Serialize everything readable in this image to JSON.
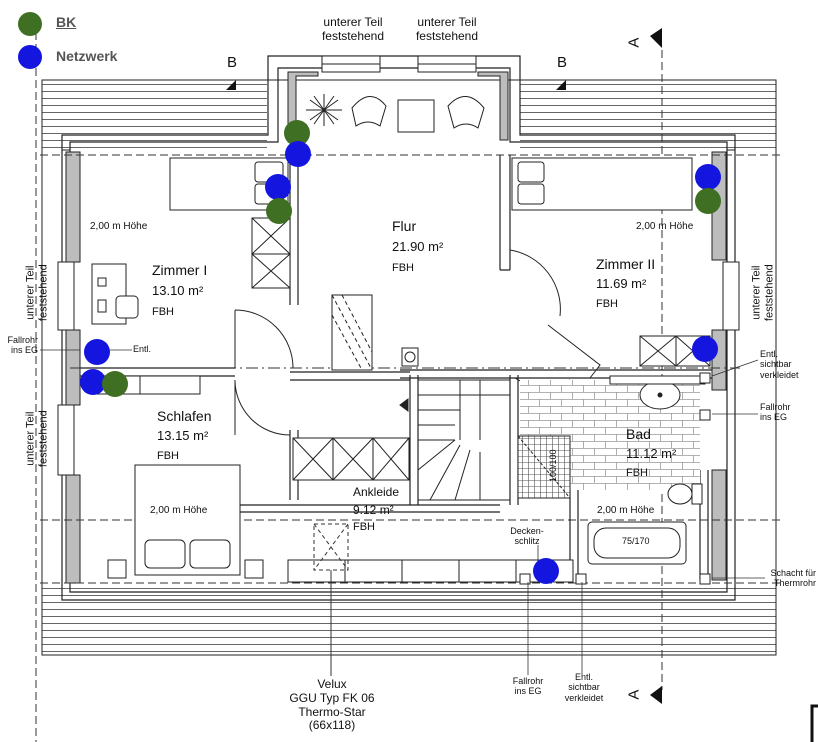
{
  "legend": {
    "bk": {
      "label": "BK",
      "color": "#3f6f22"
    },
    "netzwerk": {
      "label": "Netzwerk",
      "color": "#1515e0"
    }
  },
  "section_marks": {
    "a": "A",
    "b": "B"
  },
  "top_windows": {
    "left": "unterer Teil\nfeststehend",
    "right": "unterer Teil\nfeststehend"
  },
  "side_windows": {
    "left_upper": "unterer Teil\nfeststehend",
    "left_lower": "unterer Teil\nfeststehend",
    "right": "unterer Teil\nfeststehend"
  },
  "rooms": {
    "flur": {
      "name": "Flur",
      "area": "21.90 m²",
      "heating": "FBH"
    },
    "zimmer1": {
      "name": "Zimmer I",
      "area": "13.10 m²",
      "heating": "FBH"
    },
    "zimmer2": {
      "name": "Zimmer II",
      "area": "11.69 m²",
      "heating": "FBH"
    },
    "schlafen": {
      "name": "Schlafen",
      "area": "13.15 m²",
      "heating": "FBH"
    },
    "ankleide": {
      "name": "Ankleide",
      "area": "9.12 m²",
      "heating": "FBH"
    },
    "bad": {
      "name": "Bad",
      "area": "11.12 m²",
      "heating": "FBH"
    }
  },
  "heights": {
    "zimmer1": "2,00 m Höhe",
    "zimmer2": "2,00 m Höhe",
    "schlafen": "2,00 m Höhe",
    "bad": "2,00 m Höhe"
  },
  "notes": {
    "fallrohr_left": "Fallrohr\nins EG",
    "entl_left": "Entl.",
    "entl_right": "Entl.\nsichtbar\nverkleidet",
    "fallrohr_right": "Fallrohr\nins EG",
    "schacht": "Schacht für\nThermrohr",
    "decken": "Decken-\nschlitz",
    "shower": "100/100",
    "tub": "75/170",
    "fallrohr_bottom": "Fallrohr\nins EG",
    "entl_bottom": "Entl.\nsichtbar\nverkleidet",
    "velux": "Velux\nGGU Typ FK 06\nThermo-Star\n(66x118)"
  },
  "markers": {
    "bk": [
      "bk-1",
      "bk-2",
      "bk-3",
      "bk-4"
    ],
    "netzwerk": [
      "nw-1",
      "nw-2",
      "nw-3",
      "nw-4",
      "nw-5",
      "nw-6"
    ]
  }
}
